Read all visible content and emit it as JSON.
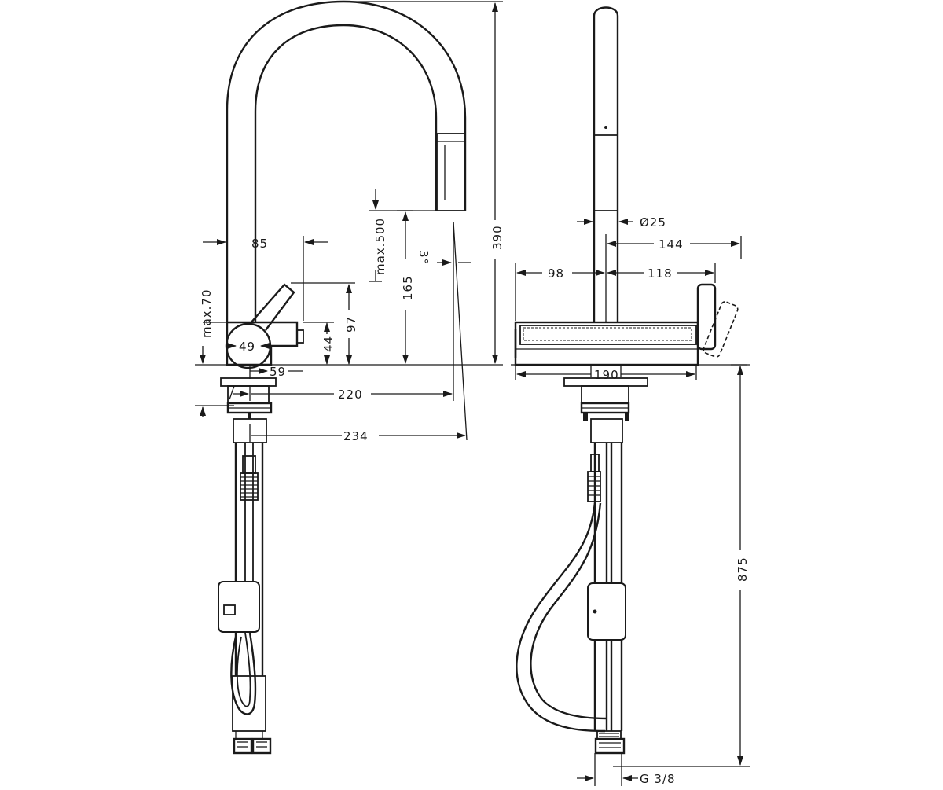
{
  "dimensions": {
    "d85": "85",
    "max70": "max.70",
    "d49": "49",
    "d59": "59",
    "d44": "44",
    "d97": "97",
    "max500": "max.500",
    "d165": "165",
    "angle": "3°",
    "d390": "390",
    "d220": "220",
    "d234": "234",
    "dia25": "Ø25",
    "d144": "144",
    "d98": "98",
    "d118": "118",
    "d190": "190",
    "d875": "875",
    "thread": "G 3/8"
  }
}
